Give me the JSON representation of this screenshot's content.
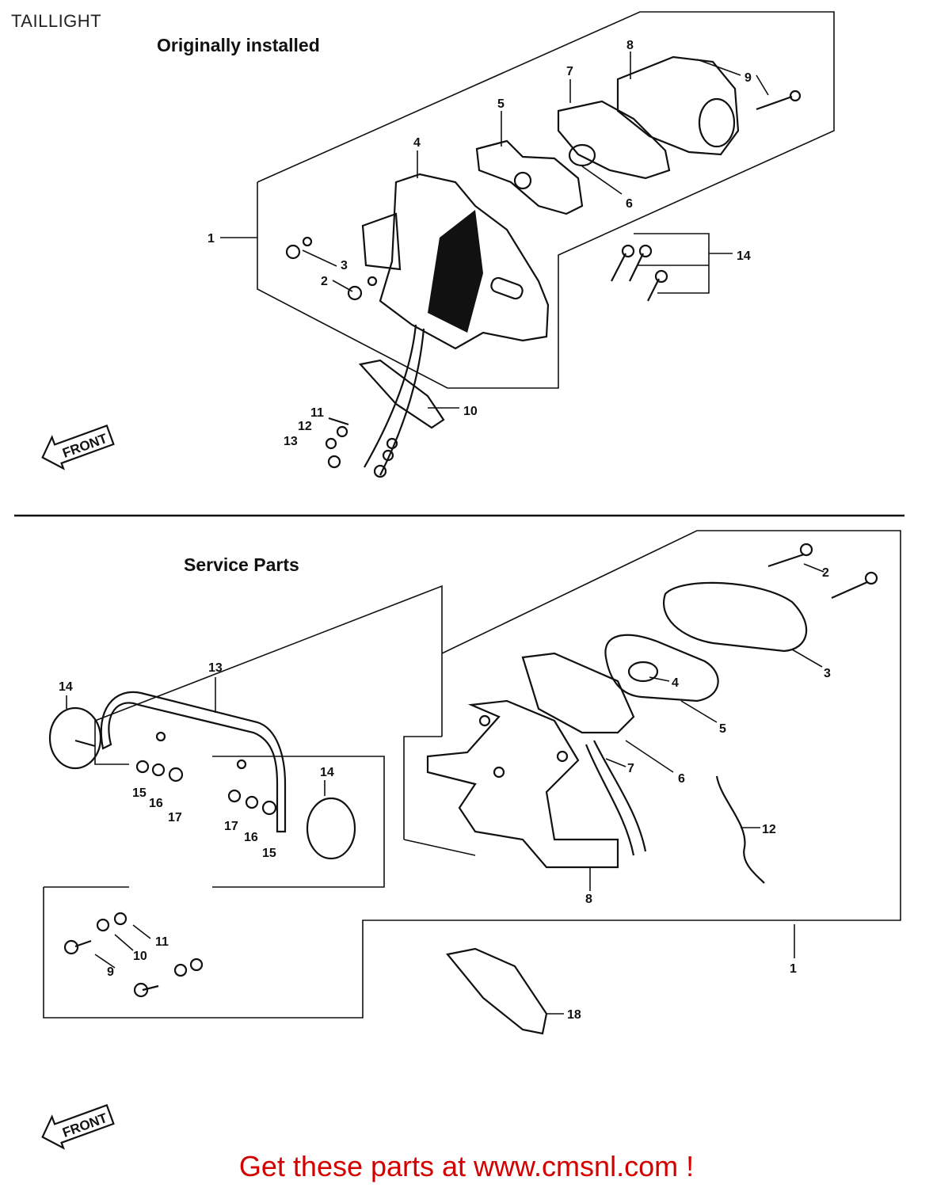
{
  "page": {
    "title": "TAILLIGHT",
    "footer": "Get these parts at www.cmsnl.com !"
  },
  "sections": [
    {
      "title": "Originally installed"
    },
    {
      "title": "Service Parts"
    }
  ],
  "front_label": "FRONT",
  "callouts_top": [
    "1",
    "2",
    "3",
    "4",
    "5",
    "6",
    "7",
    "8",
    "9",
    "10",
    "11",
    "12",
    "13",
    "14"
  ],
  "callouts_bottom": [
    "1",
    "2",
    "3",
    "4",
    "5",
    "6",
    "7",
    "8",
    "9",
    "10",
    "11",
    "12",
    "13",
    "14",
    "14",
    "15",
    "15",
    "16",
    "16",
    "17",
    "17",
    "18"
  ],
  "colors": {
    "footer": "#d40000",
    "ink": "#111111"
  }
}
